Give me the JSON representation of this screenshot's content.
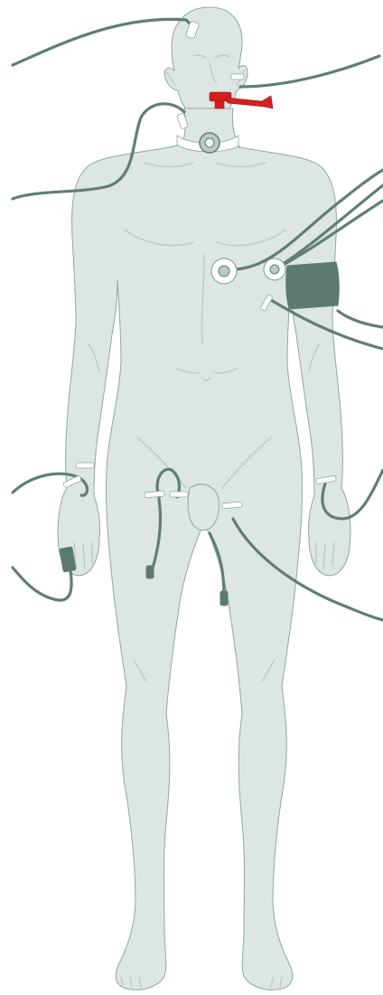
{
  "colors": {
    "background": "#ffffff",
    "skin": "#dde6e3",
    "skin_shadow": "#b9cbc6",
    "skin_highlight": "#eef3f1",
    "outline": "#8fa8a2",
    "tube": "#5f7f75",
    "clip": "#ffffff",
    "cuff": "#5b7a70",
    "airway_device": "#d42020"
  },
  "figure": {
    "icon": "human-body-figure",
    "devices": [
      {
        "name": "scalp-electrode",
        "icon": "electrode-clip-icon"
      },
      {
        "name": "nasal-cannula",
        "icon": "tube-icon"
      },
      {
        "name": "oral-airway",
        "icon": "airway-icon"
      },
      {
        "name": "tracheostomy",
        "icon": "stoma-icon"
      },
      {
        "name": "ecg-electrode-left",
        "icon": "electrode-pad-icon"
      },
      {
        "name": "ecg-electrode-right",
        "icon": "electrode-pad-icon"
      },
      {
        "name": "blood-pressure-cuff",
        "icon": "cuff-icon"
      },
      {
        "name": "chest-drain",
        "icon": "tube-icon"
      },
      {
        "name": "wrist-line-right",
        "icon": "catheter-icon"
      },
      {
        "name": "pulse-oximeter",
        "icon": "finger-clip-icon"
      },
      {
        "name": "wrist-line-left",
        "icon": "catheter-icon"
      },
      {
        "name": "groin-line-right",
        "icon": "catheter-icon"
      },
      {
        "name": "urinary-catheter",
        "icon": "catheter-icon"
      },
      {
        "name": "groin-line-left",
        "icon": "catheter-icon"
      }
    ]
  }
}
